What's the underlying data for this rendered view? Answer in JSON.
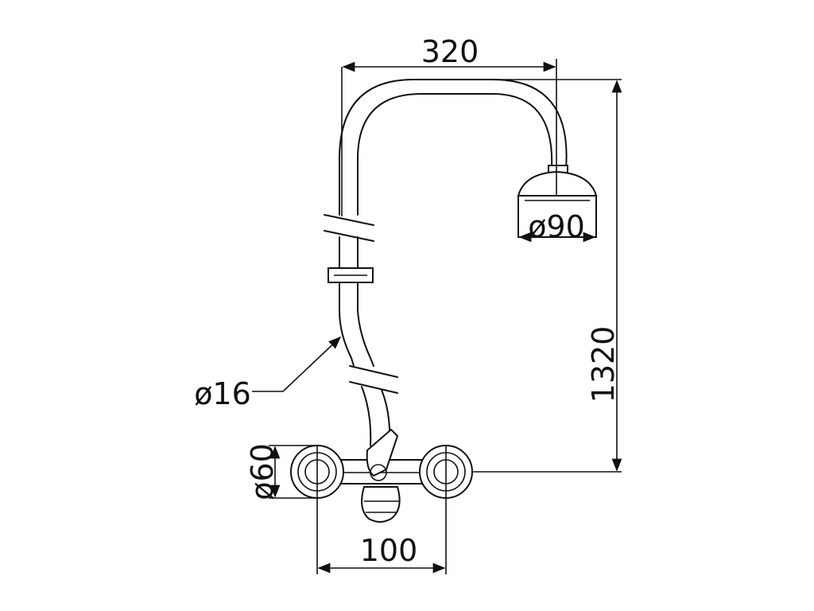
{
  "diagram": {
    "dimensions": {
      "top_width": "320",
      "head_diameter": "ø90",
      "height": "1320",
      "pipe_diameter": "ø16",
      "knob_diameter": "ø60",
      "base_width": "100"
    },
    "colors": {
      "line": "#111111",
      "background": "#ffffff"
    }
  }
}
